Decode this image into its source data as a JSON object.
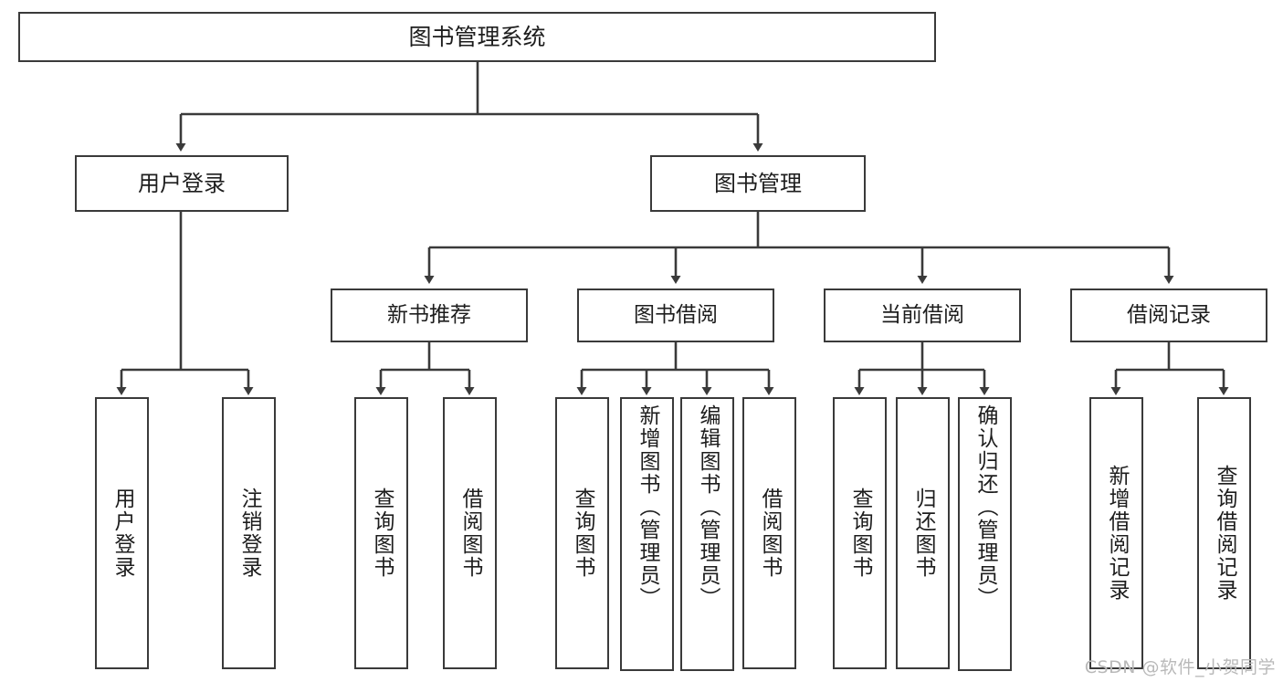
{
  "diagram": {
    "title": "图书管理系统",
    "type": "tree-hierarchy",
    "root": {
      "label": "图书管理系统"
    },
    "level2": [
      {
        "label": "用户登录"
      },
      {
        "label": "图书管理"
      }
    ],
    "level3": [
      {
        "label": "新书推荐"
      },
      {
        "label": "图书借阅"
      },
      {
        "label": "当前借阅"
      },
      {
        "label": "借阅记录"
      }
    ],
    "leaves": {
      "user_login": [
        {
          "label": "用户登录"
        },
        {
          "label": "注销登录"
        }
      ],
      "new_book_recommend": [
        {
          "label": "查询图书"
        },
        {
          "label": "借阅图书"
        }
      ],
      "book_borrow": [
        {
          "label": "查询图书"
        },
        {
          "label": "新增图书（管理员）"
        },
        {
          "label": "编辑图书（管理员）"
        },
        {
          "label": "借阅图书"
        }
      ],
      "current_borrow": [
        {
          "label": "查询图书"
        },
        {
          "label": "归还图书"
        },
        {
          "label": "确认归还（管理员）"
        }
      ],
      "borrow_record": [
        {
          "label": "新增借阅记录"
        },
        {
          "label": "查询借阅记录"
        }
      ]
    }
  },
  "watermark": {
    "text": "CSDN @软件_小贺同学"
  },
  "colors": {
    "stroke": "#3a3a3a",
    "background": "#ffffff",
    "text": "#1d1d1d",
    "watermark": "#b9b9b9"
  }
}
